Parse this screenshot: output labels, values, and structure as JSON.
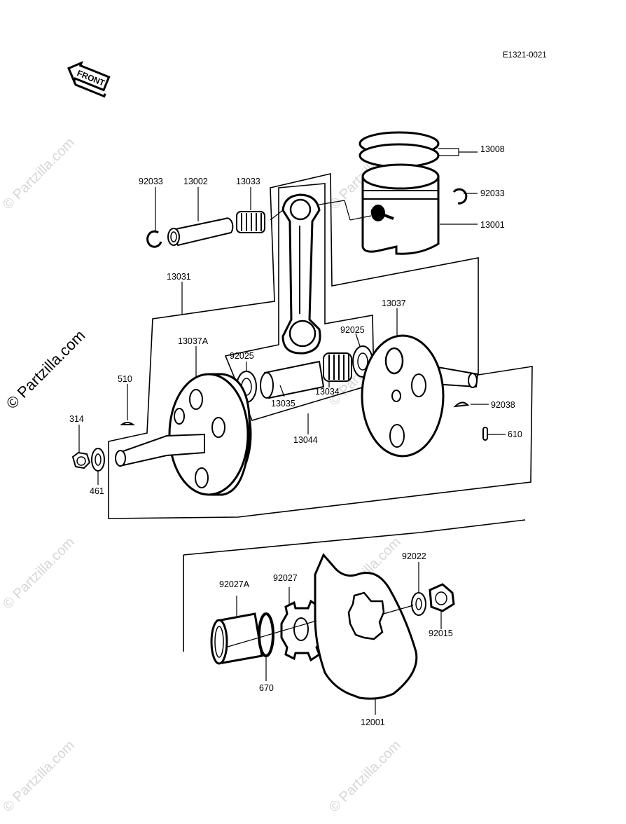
{
  "diagram": {
    "ref_code": "E1321-0021",
    "front_label": "FRONT",
    "watermark": "© Partzilla.com",
    "parts": [
      {
        "id": "p13008",
        "number": "13008"
      },
      {
        "id": "p92033a",
        "number": "92033"
      },
      {
        "id": "p13002",
        "number": "13002"
      },
      {
        "id": "p13033",
        "number": "13033"
      },
      {
        "id": "p92033b",
        "number": "92033"
      },
      {
        "id": "p13001",
        "number": "13001"
      },
      {
        "id": "p13031",
        "number": "13031"
      },
      {
        "id": "p13037",
        "number": "13037"
      },
      {
        "id": "p92025a",
        "number": "92025"
      },
      {
        "id": "p13037a",
        "number": "13037A"
      },
      {
        "id": "p92025b",
        "number": "92025"
      },
      {
        "id": "p510",
        "number": "510"
      },
      {
        "id": "p13035",
        "number": "13035"
      },
      {
        "id": "p13034",
        "number": "13034"
      },
      {
        "id": "p92038",
        "number": "92038"
      },
      {
        "id": "p314",
        "number": "314"
      },
      {
        "id": "p610",
        "number": "610"
      },
      {
        "id": "p13044",
        "number": "13044"
      },
      {
        "id": "p461",
        "number": "461"
      },
      {
        "id": "p92022",
        "number": "92022"
      },
      {
        "id": "p92027a",
        "number": "92027A"
      },
      {
        "id": "p92027",
        "number": "92027"
      },
      {
        "id": "p92015",
        "number": "92015"
      },
      {
        "id": "p670",
        "number": "670"
      },
      {
        "id": "p12001",
        "number": "12001"
      }
    ]
  }
}
